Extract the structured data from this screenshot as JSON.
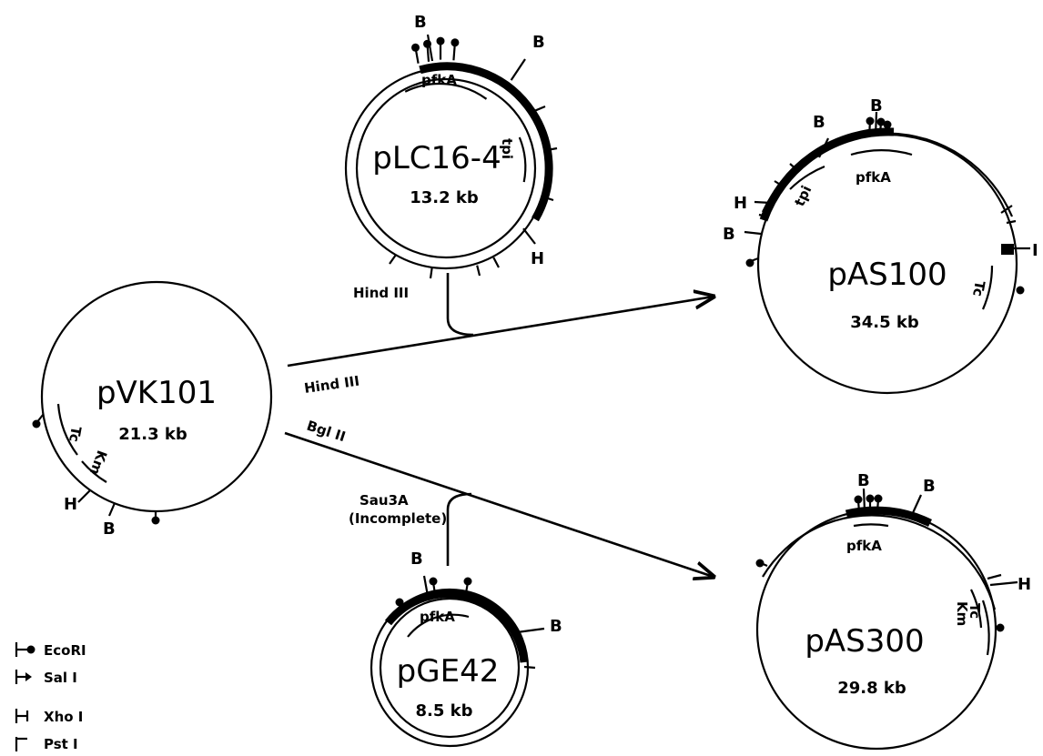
{
  "plasmids": {
    "plc": {
      "name": "pLC16-4",
      "size": "13.2 kb",
      "genes": [
        "pfkA",
        "tpi"
      ]
    },
    "pvk": {
      "name": "pVK101",
      "size": "21.3 kb",
      "genes": [
        "Tc",
        "Km"
      ]
    },
    "pgE": {
      "name": "pGE42",
      "size": "8.5 kb",
      "genes": [
        "pfkA"
      ]
    },
    "pas100": {
      "name": "pAS100",
      "size": "34.5 kb",
      "genes": [
        "pfkA",
        "tpi",
        "Tc"
      ]
    },
    "pas300": {
      "name": "pAS300",
      "size": "29.8 kb",
      "genes": [
        "pfkA",
        "Km",
        "Tc"
      ]
    }
  },
  "site_letters": {
    "bgl": "B",
    "hind": "H",
    "xho": "I"
  },
  "enzymes": {
    "plc_cut": "Hind III",
    "pvk_cut_top": "Hind III",
    "pvk_cut_bottom": "Bgl II",
    "pge_cut_line1": "Sau3A",
    "pge_cut_line2": "(Incomplete)"
  },
  "legend": [
    {
      "symbol": "dot",
      "label": "EcoRI"
    },
    {
      "symbol": "arrow",
      "label": "Sal I"
    },
    {
      "symbol": "bar",
      "label": "Xho I"
    },
    {
      "symbol": "flag",
      "label": "Pst I"
    }
  ]
}
